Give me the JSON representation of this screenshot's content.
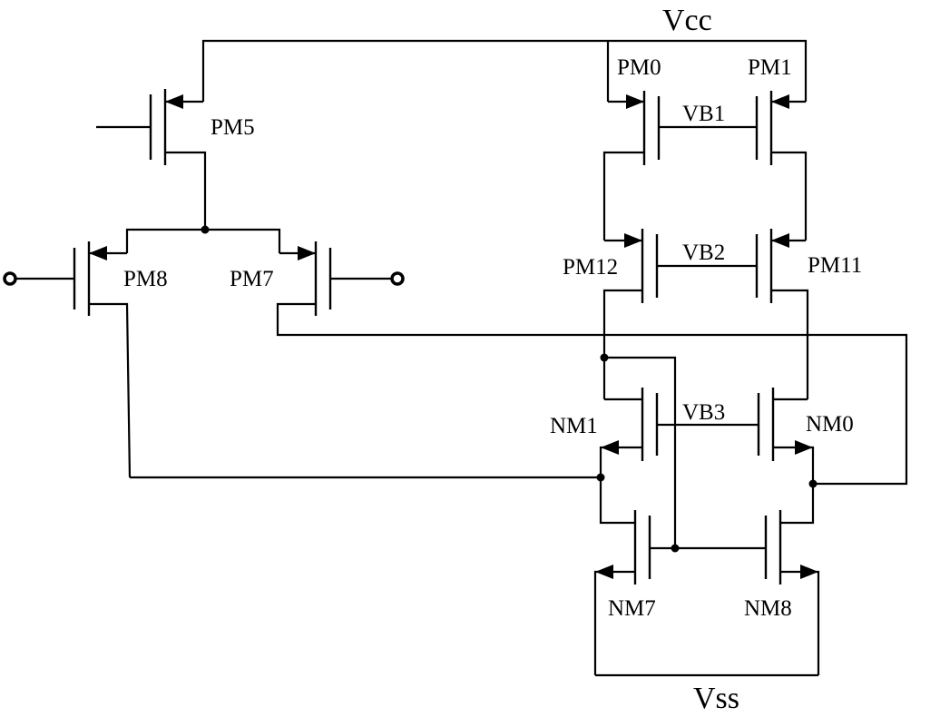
{
  "rails": {
    "vcc": "Vcc",
    "vss": "Vss"
  },
  "transistors": {
    "pm0": "PM0",
    "pm1": "PM1",
    "pm5": "PM5",
    "pm7": "PM7",
    "pm8": "PM8",
    "pm11": "PM11",
    "pm12": "PM12",
    "nm0": "NM0",
    "nm1": "NM1",
    "nm7": "NM7",
    "nm8": "NM8"
  },
  "bias": {
    "vb1": "VB1",
    "vb2": "VB2",
    "vb3": "VB3"
  }
}
